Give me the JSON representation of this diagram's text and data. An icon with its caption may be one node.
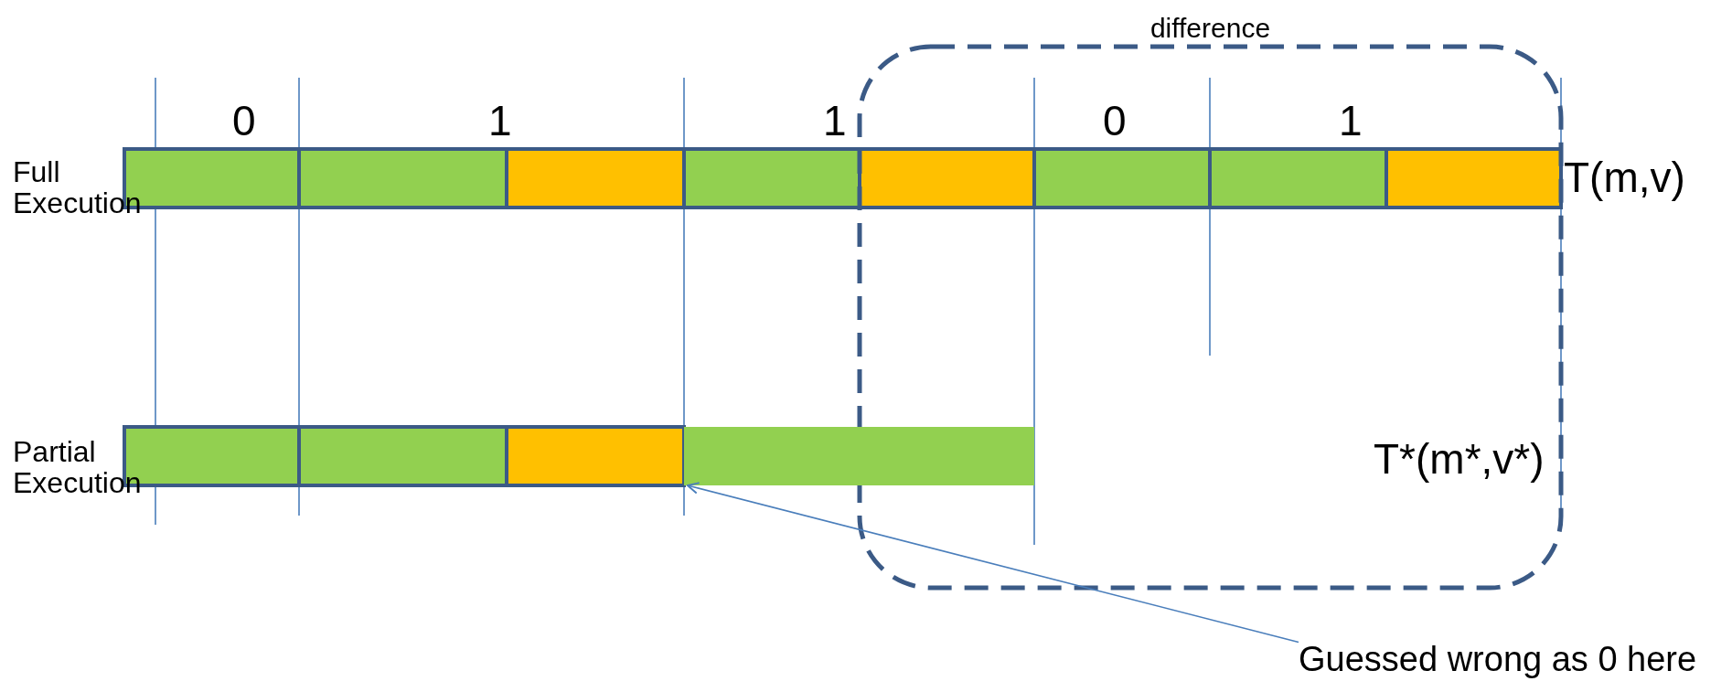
{
  "diagram": {
    "nodes": [
      {
        "text": [
          "difference"
        ]
      },
      {
        "text": [],
        "shape": "bar"
      },
      {
        "text": [
          "Guessed wrong as 0 here"
        ]
      }
    ],
    "edges": [
      {
        "from": 2,
        "to": 1,
        "arrow": "to"
      }
    ],
    "labels": [
      "0",
      "1",
      "1",
      "0",
      "1",
      "Full Execution",
      "T(m,v)",
      "Partial Execution",
      "T*(m*,v*)"
    ]
  }
}
